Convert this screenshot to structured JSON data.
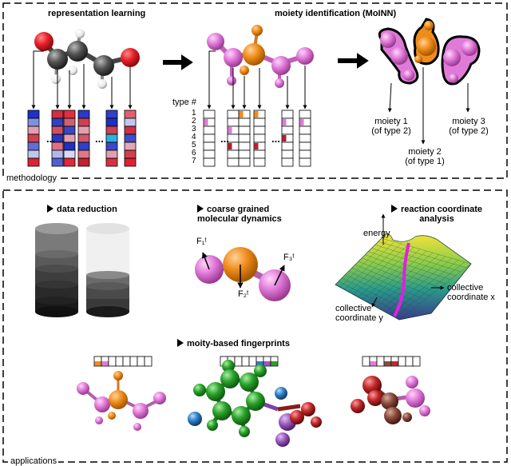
{
  "methodology": {
    "tag": "methodology",
    "representation_learning_title": "representation learning",
    "moiety_identification_title": "moiety identification (MoINN)",
    "type_hash_label": "type #",
    "type_numbers": [
      "1",
      "2",
      "3",
      "4",
      "5",
      "6",
      "7"
    ],
    "ellipsis": "...",
    "moiety1_label": [
      "moiety 1",
      "(of type 2)"
    ],
    "moiety2_label": [
      "moiety 2",
      "(of type 1)"
    ],
    "moiety3_label": [
      "moiety 3",
      "(of type 2)"
    ]
  },
  "applications": {
    "tag": "applications",
    "data_reduction_title": "data reduction",
    "coarse_grained_title": [
      "coarse grained",
      "molecular dynamics"
    ],
    "reaction_coordinate_title": [
      "reaction coordinate",
      "analysis"
    ],
    "fingerprints_title": "moity-based fingerprints",
    "force_labels": [
      "F₁ᵗ",
      "F₂ᵗ",
      "F₃ᵗ"
    ],
    "energy_label": "energy",
    "collective_x_label": [
      "collective",
      "coordinate x"
    ],
    "collective_y_label": [
      "collective",
      "coordinate y"
    ]
  },
  "colors": {
    "oxygen_red": "#e8202a",
    "carbon_grey": "#555555",
    "hydrogen_white": "#ffffff",
    "moiety_pink": "#e07ad8",
    "moiety_orange": "#f08c1a",
    "benzene_green": "#2aa02a",
    "blue": "#2f7ec4",
    "purple": "#9b59c0",
    "dark_red": "#c0282a",
    "brown": "#8a4a3a"
  }
}
